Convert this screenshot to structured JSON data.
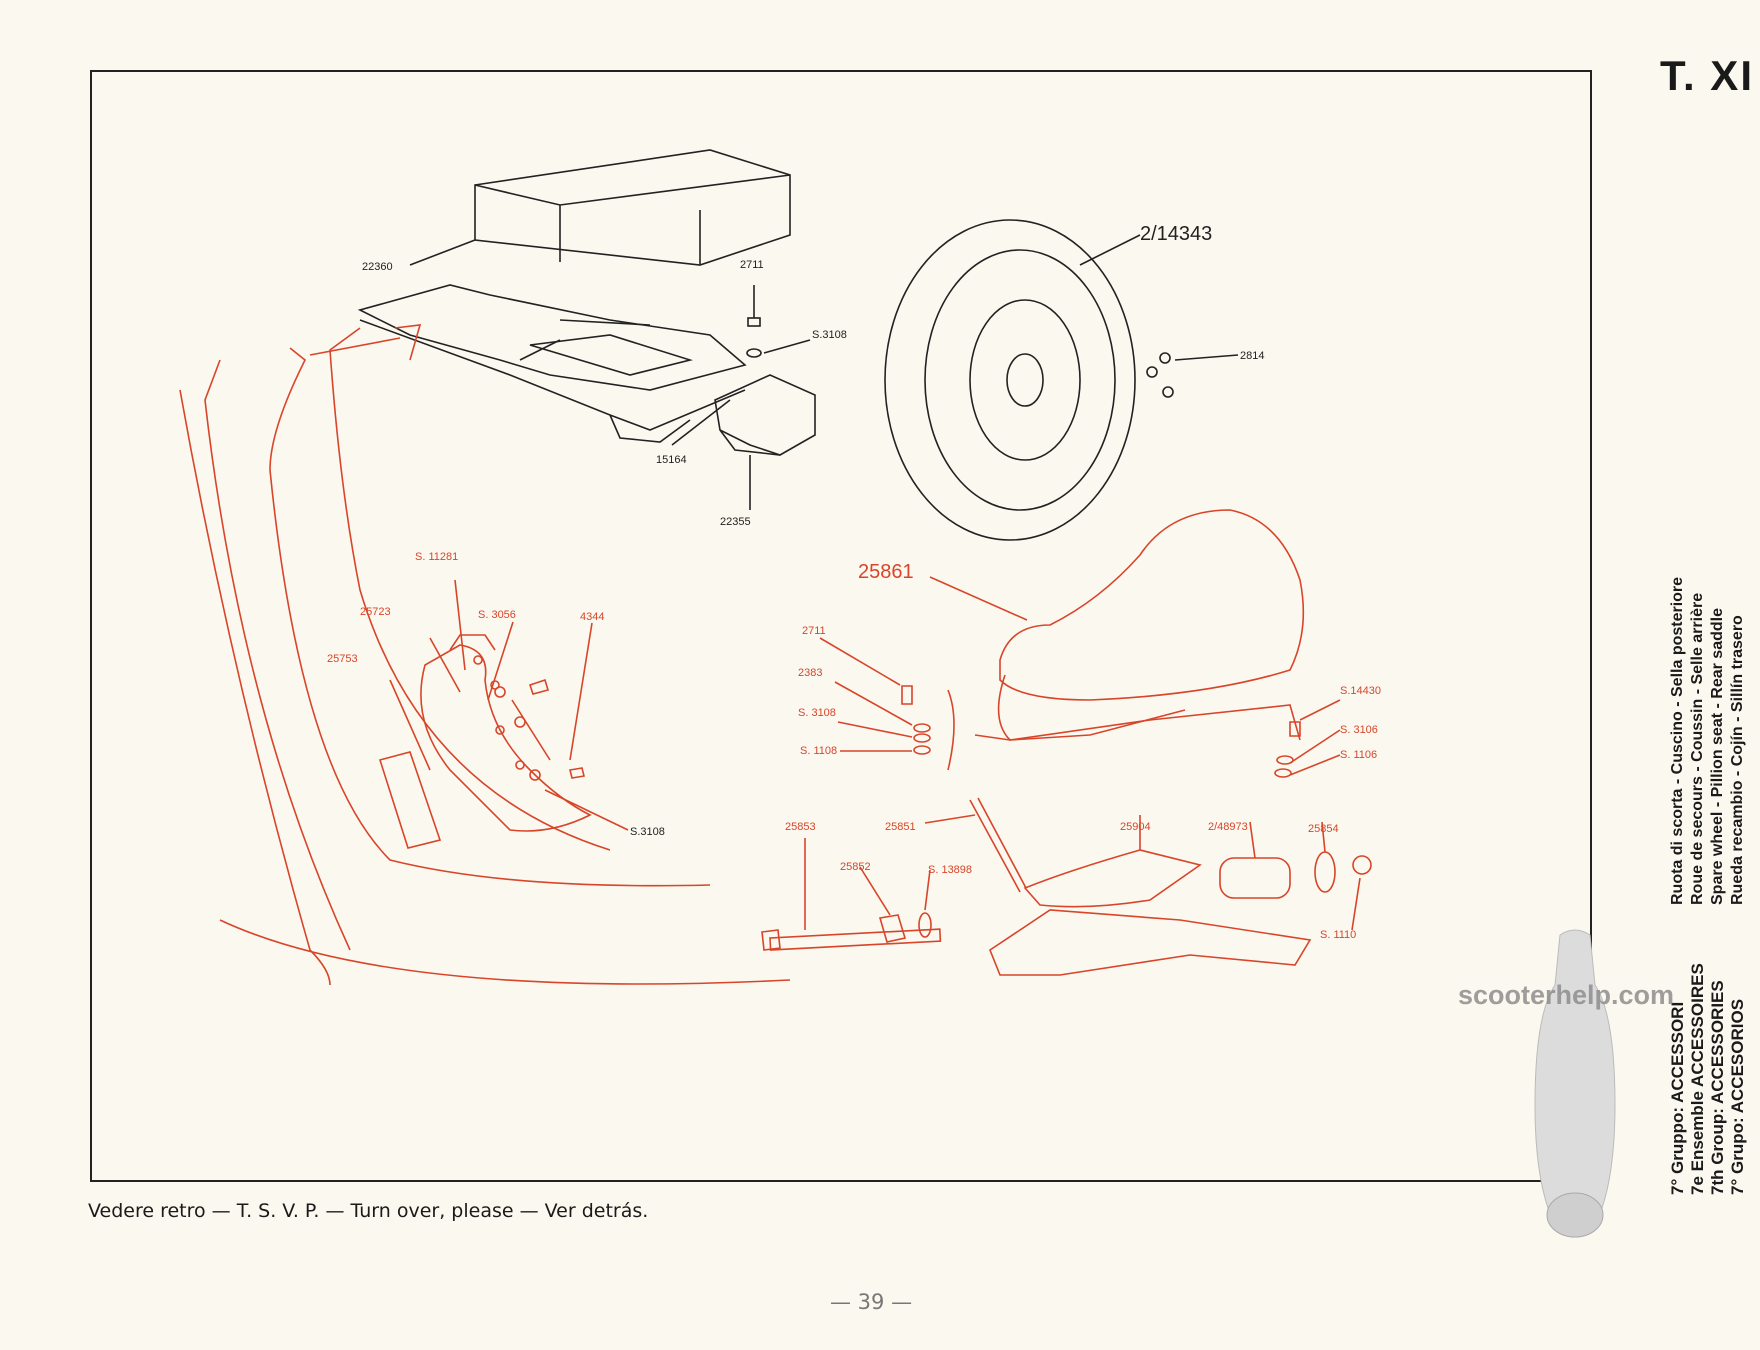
{
  "plate_code": "T. XI",
  "footer_note": "Vedere retro — T. S. V. P. — Turn over, please — Ver detrás.",
  "page_number": "— 39 —",
  "watermark": "scooterhelp.com",
  "side_description": [
    "Ruota di scorta - Cuscino - Sella posteriore",
    "Roue de secours - Coussin - Selle arrière",
    "Spare wheel - Pillion seat - Rear saddle",
    "Rueda recambio - Cojín - Sillín trasero"
  ],
  "group_titles": [
    {
      "prefix": "7° Gruppo:",
      "name": "ACCESSORI"
    },
    {
      "prefix": "7e Ensemble",
      "name": "ACCESSOIRES"
    },
    {
      "prefix": "7th Group:",
      "name": "ACCESSORIES"
    },
    {
      "prefix": "7° Grupo:",
      "name": "ACCESORIOS"
    }
  ],
  "part_labels": {
    "cushion": "22360",
    "spare_wheel": "2/14343",
    "screw_top": "2711",
    "washer_top": "S.3108",
    "nuts_wheel": "2814",
    "wing_nut": "15164",
    "bracket": "22355",
    "screw_s11281": "S. 11281",
    "bracket_25723": "25723",
    "washer_s3056": "S. 3056",
    "bolt_4344": "4344",
    "plate_25753": "25753",
    "washer_s3108_left": "S.3108",
    "saddle": "25861",
    "screw_2711_saddle": "2711",
    "spacer_2383": "2383",
    "washer_s3108_saddle": "S. 3108",
    "nut_s1108": "S. 1108",
    "screw_s14430": "S.14430",
    "washer_s3106": "S. 3106",
    "nut_s1106": "S. 1106",
    "bolt_25853": "25853",
    "pin_25851": "25851",
    "frame_25904": "25904",
    "spring_2_48973": "2/48973",
    "ring_25854": "25854",
    "block_25852": "25852",
    "washer_s13898": "S. 13898",
    "nut_s1110": "S. 1110"
  },
  "colors": {
    "red_ink": "#d8452a",
    "black_ink": "#222222",
    "paper": "#fbf8ef"
  }
}
